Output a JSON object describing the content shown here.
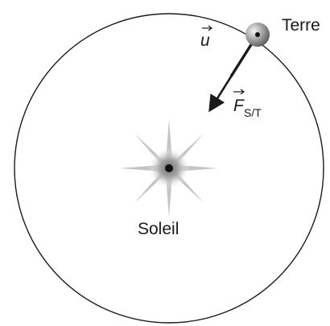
{
  "labels": {
    "earth": "Terre",
    "sun": "Soleil",
    "unit_vector": "u",
    "force_symbol": "F",
    "force_subscript": "S/T"
  },
  "colors": {
    "orbit": "#1a1a1a",
    "text": "#1a1a1a",
    "sun_core": "#111111",
    "sun_glow": "#9a9a9a",
    "earth": "#8c8c8c",
    "vector": "#1a1a1a"
  }
}
